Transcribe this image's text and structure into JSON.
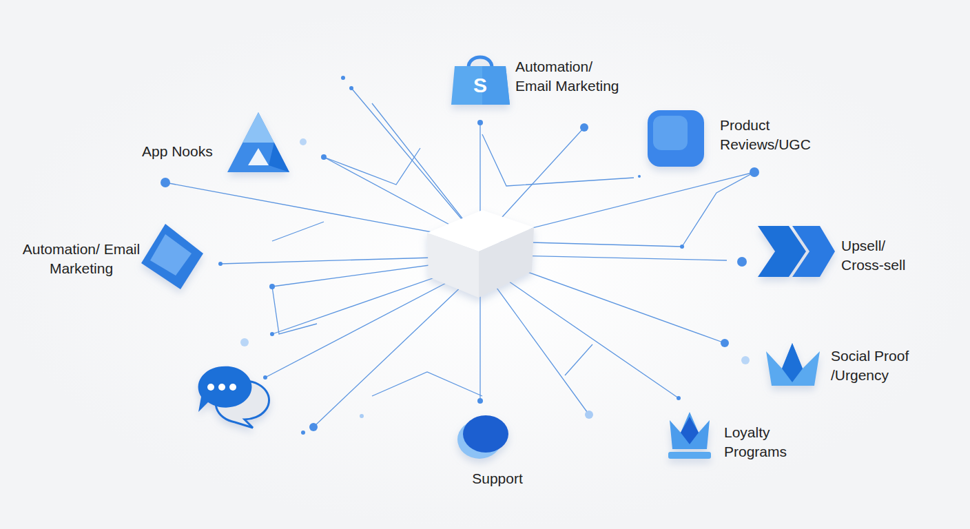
{
  "diagram": {
    "nodes": [
      {
        "text": [
          "Automation/ Email Marketing"
        ]
      },
      {
        "text": [
          "App Nooks"
        ]
      },
      {
        "text": [
          "Product Reviews/UGC"
        ]
      },
      {
        "text": [
          "Automation/ Email Marketing"
        ]
      },
      {
        "text": [
          "Upsell/ Cross-sell"
        ]
      },
      {
        "text": [
          "Social Proof /Urgency"
        ]
      },
      {
        "text": [
          "Loyalty Programs"
        ]
      },
      {
        "text": [
          "Support"
        ]
      }
    ],
    "labels": [
      "S"
    ]
  }
}
